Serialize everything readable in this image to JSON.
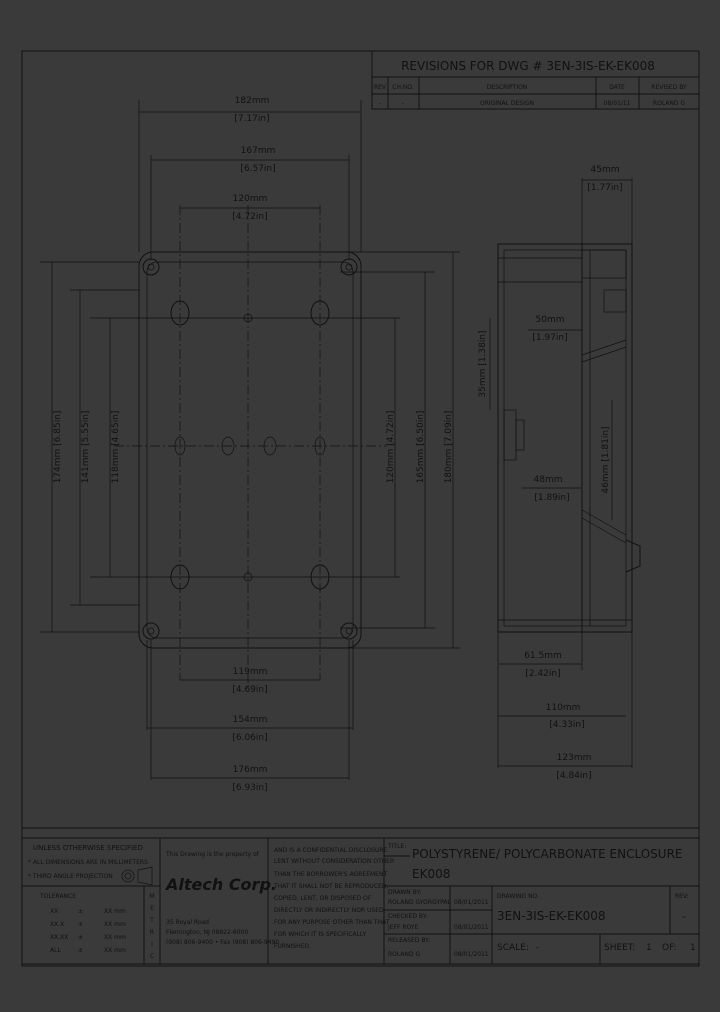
{
  "revisions": {
    "title": "REVISIONS FOR DWG # 3EN-3IS-EK-EK008",
    "headers": [
      "REV",
      "CH.NO.",
      "DESCRIPTION",
      "DATE",
      "REVISED BY"
    ],
    "row": [
      "-",
      "-",
      "ORIGINAL DESIGN",
      "08/01/11",
      "ROLAND G"
    ]
  },
  "dims": {
    "w182": "182mm",
    "w182in": "[7.17in]",
    "w167": "167mm",
    "w167in": "[6.57in]",
    "w120": "120mm",
    "w120in": "[4.72in]",
    "w119": "119mm",
    "w119in": "[4.69in]",
    "w154": "154mm",
    "w154in": "[6.06in]",
    "w176": "176mm",
    "w176in": "[6.93in]",
    "h174": "174mm [6.85in]",
    "h141": "141mm [5.55in]",
    "h118": "118mm [4.65in]",
    "h120": "120mm [4.72in]",
    "h165": "165mm [6.50in]",
    "h180": "180mm [7.09in]",
    "s45": "45mm",
    "s45in": "[1.77in]",
    "s35": "35mm [1.38in]",
    "s50": "50mm",
    "s50in": "[1.97in]",
    "s46": "46mm [1.81in]",
    "s48": "48mm",
    "s48in": "[1.89in]",
    "s61": "61.5mm",
    "s61in": "[2.42in]",
    "s110": "110mm",
    "s110in": "[4.33in]",
    "s123": "123mm",
    "s123in": "[4.84in]"
  },
  "titleblock": {
    "unless": "UNLESS OTHERWISE SPECIFIED",
    "note1": "* ALL DIMENSIONS ARE IN MILLIMETERS",
    "note2": "* THIRD ANGLE PROJECTION",
    "tolerance": "TOLERANCE",
    "tol_rows": [
      [
        "XX",
        "±",
        "XX mm"
      ],
      [
        "XX.X",
        "±",
        "XX mm"
      ],
      [
        "XX.XX",
        "±",
        "XX mm"
      ],
      [
        "ALL",
        "±",
        "XX mm"
      ]
    ],
    "metric": [
      "M",
      "E",
      "T",
      "R",
      "I",
      "C"
    ],
    "property": "This Drawing is the property of",
    "company": "Altech Corp.",
    "addr1": "35 Royal Road",
    "addr2": "Flemington, NJ 08822-6000",
    "addr3": "(908) 806-9400 • Fax (908) 806-9490",
    "confidential": [
      "AND IS A CONFIDENTIAL DISCLOSURE",
      "LENT WITHOUT CONSIDERATION OTHER",
      "THAN THE BORROWER'S AGREEMENT",
      "THAT IT SHALL NOT BE REPRODUCED,",
      "COPIED, LENT, OR DISPOSED OF",
      "DIRECTLY OR INDIRECTLY NOR USED",
      "FOR ANY PURPOSE OTHER THAN THAT",
      "FOR WHICH IT IS SPECIFICALLY",
      "FURNISHED."
    ],
    "title_label": "TITLE:",
    "title": "POLYSTYRENE/ POLYCARBONATE ENCLOSURE",
    "title2": "EK008",
    "drawn_label": "DRAWN BY:",
    "drawn": "ROLAND GYORGYPAL",
    "drawn_date": "08/01/2011",
    "checked_label": "CHECKED BY:",
    "checked": "JEFF ROYE",
    "checked_date": "08/01/2011",
    "released_label": "RELEASED BY:",
    "released": "ROLAND G",
    "released_date": "08/01/2011",
    "drawing_no_label": "DRAWING NO.",
    "drawing_no": "3EN-3IS-EK-EK008",
    "rev_label": "REV:",
    "rev": "-",
    "scale_label": "SCALE:",
    "scale": "-",
    "sheet_label": "SHEET:",
    "sheet": "1",
    "of_label": "OF:",
    "of": "1"
  }
}
